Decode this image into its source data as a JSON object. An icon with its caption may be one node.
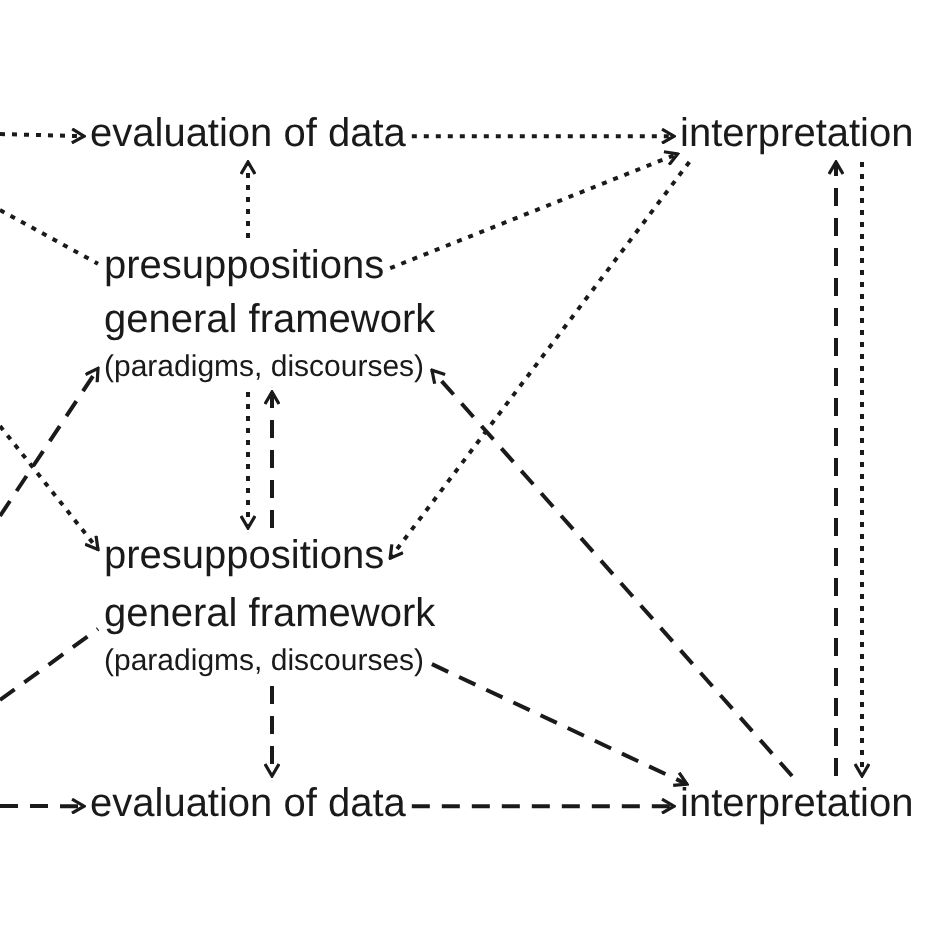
{
  "diagram": {
    "nodes": [
      {
        "text": [
          "evaluation of data"
        ]
      },
      {
        "text": [
          "interpretation"
        ]
      },
      {
        "text": [
          "presuppositions"
        ]
      },
      {
        "text": [
          "general framework",
          "(paradigms, discourses)"
        ]
      },
      {
        "text": [
          "presuppositions"
        ]
      },
      {
        "text": [
          "general framework",
          "(paradigms, discourses)"
        ]
      },
      {
        "text": [
          "evaluation of data"
        ]
      },
      {
        "text": [
          "interpretation"
        ]
      }
    ],
    "edges": [
      {
        "from": null,
        "to": 0,
        "arrow": "to"
      },
      {
        "from": 0,
        "to": 1,
        "arrow": "to"
      },
      {
        "from": 2,
        "to": 0,
        "arrow": "to"
      },
      {
        "from": 2,
        "to": 1,
        "arrow": "to"
      },
      {
        "from": null,
        "to": 2,
        "arrow": "none"
      },
      {
        "from": 1,
        "to": 4,
        "arrow": "to"
      },
      {
        "from": 7,
        "to": 3,
        "arrow": "to",
        "style": "dashed"
      },
      {
        "from": 3,
        "to": 4,
        "arrow": "to"
      },
      {
        "from": 4,
        "to": 3,
        "arrow": "to",
        "style": "dashed"
      },
      {
        "from": null,
        "to": 3,
        "arrow": "to",
        "style": "dashed"
      },
      {
        "from": null,
        "to": 4,
        "arrow": "to"
      },
      {
        "from": null,
        "to": 5,
        "arrow": "none",
        "style": "dashed"
      },
      {
        "from": 5,
        "to": 6,
        "arrow": "to",
        "style": "dashed"
      },
      {
        "from": 5,
        "to": 7,
        "arrow": "to",
        "style": "dashed"
      },
      {
        "from": 6,
        "to": 7,
        "arrow": "to",
        "style": "dashed"
      },
      {
        "from": 7,
        "to": 1,
        "arrow": "to",
        "style": "dashed"
      },
      {
        "from": 1,
        "to": 7,
        "arrow": "to"
      },
      {
        "from": null,
        "to": 6,
        "arrow": "to",
        "style": "dashed"
      }
    ]
  }
}
